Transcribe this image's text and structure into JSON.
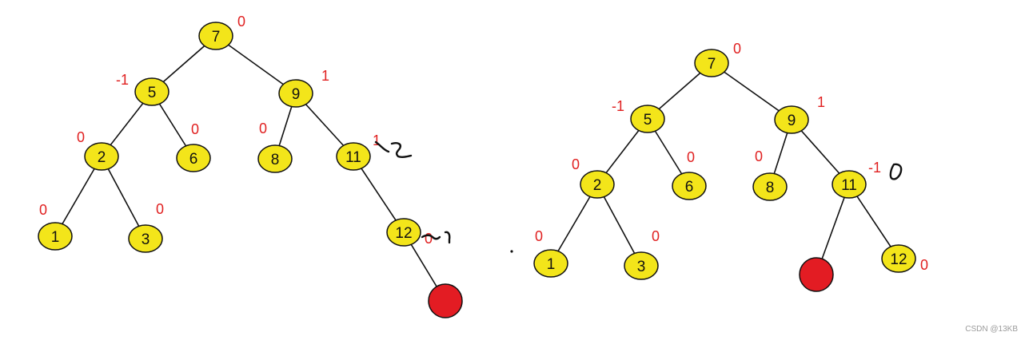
{
  "colors": {
    "node_fill": "#f3e51a",
    "node_stroke": "#111111",
    "inserted_fill": "#e31c23",
    "edge": "#111111",
    "balance_text": "#e02020"
  },
  "diagrams": [
    {
      "name": "before-rotation",
      "nodes": [
        {
          "id": "7",
          "label": "7",
          "bf": "0"
        },
        {
          "id": "5",
          "label": "5",
          "bf": "-1"
        },
        {
          "id": "9",
          "label": "9",
          "bf": "1"
        },
        {
          "id": "2",
          "label": "2",
          "bf": "0"
        },
        {
          "id": "6",
          "label": "6",
          "bf": "0"
        },
        {
          "id": "8",
          "label": "8",
          "bf": "0"
        },
        {
          "id": "11",
          "label": "11",
          "bf": "1"
        },
        {
          "id": "1",
          "label": "1",
          "bf": "0"
        },
        {
          "id": "3",
          "label": "3",
          "bf": "0"
        },
        {
          "id": "12",
          "label": "12",
          "bf": "0"
        },
        {
          "id": "new",
          "label": "",
          "bf": "",
          "inserted": true
        }
      ],
      "edges": [
        [
          "7",
          "5"
        ],
        [
          "7",
          "9"
        ],
        [
          "5",
          "2"
        ],
        [
          "5",
          "6"
        ],
        [
          "9",
          "8"
        ],
        [
          "9",
          "11"
        ],
        [
          "2",
          "1"
        ],
        [
          "2",
          "3"
        ],
        [
          "11",
          "12"
        ],
        [
          "12",
          "new"
        ]
      ]
    },
    {
      "name": "after-insertion",
      "nodes": [
        {
          "id": "7",
          "label": "7",
          "bf": "0"
        },
        {
          "id": "5",
          "label": "5",
          "bf": "-1"
        },
        {
          "id": "9",
          "label": "9",
          "bf": "1"
        },
        {
          "id": "2",
          "label": "2",
          "bf": "0"
        },
        {
          "id": "6",
          "label": "6",
          "bf": "0"
        },
        {
          "id": "8",
          "label": "8",
          "bf": "0"
        },
        {
          "id": "11",
          "label": "11",
          "bf": "-1"
        },
        {
          "id": "1",
          "label": "1",
          "bf": "0"
        },
        {
          "id": "3",
          "label": "3",
          "bf": "0"
        },
        {
          "id": "12",
          "label": "12",
          "bf": "0"
        },
        {
          "id": "new",
          "label": "",
          "bf": "",
          "inserted": true
        }
      ],
      "edges": [
        [
          "7",
          "5"
        ],
        [
          "7",
          "9"
        ],
        [
          "5",
          "2"
        ],
        [
          "5",
          "6"
        ],
        [
          "9",
          "8"
        ],
        [
          "9",
          "11"
        ],
        [
          "2",
          "1"
        ],
        [
          "2",
          "3"
        ],
        [
          "11",
          "new"
        ],
        [
          "11",
          "12"
        ]
      ]
    }
  ],
  "watermark": "CSDN @13KB"
}
